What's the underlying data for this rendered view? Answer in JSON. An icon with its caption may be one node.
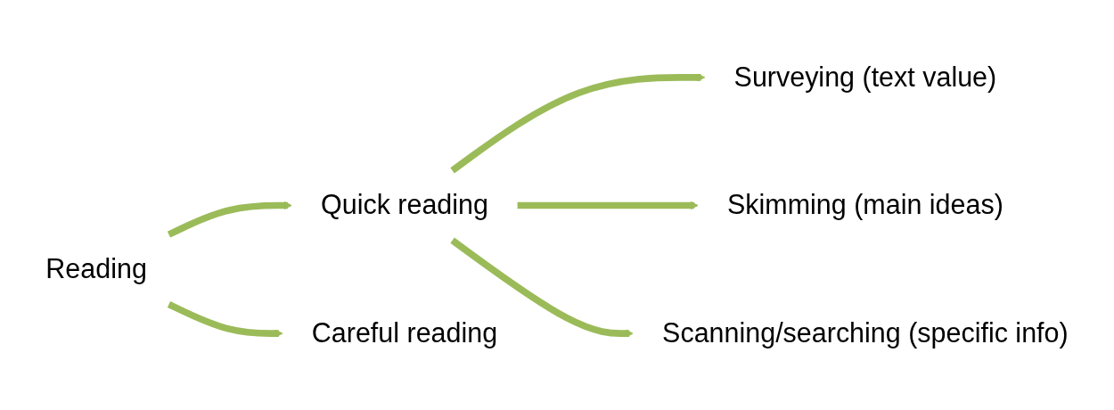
{
  "diagram": {
    "nodes": [
      {
        "text": [
          "Reading"
        ]
      },
      {
        "text": [
          "Quick reading"
        ]
      },
      {
        "text": [
          "Careful reading"
        ]
      },
      {
        "text": [
          "Surveying (text value)"
        ]
      },
      {
        "text": [
          "Skimming (main ideas)"
        ]
      },
      {
        "text": [
          "Scanning/searching (specific info)"
        ]
      }
    ],
    "edges": [
      {
        "from": 0,
        "to": 1,
        "arrow": "to"
      },
      {
        "from": 0,
        "to": 2,
        "arrow": "to"
      },
      {
        "from": 1,
        "to": 3,
        "arrow": "to"
      },
      {
        "from": 1,
        "to": 4,
        "arrow": "to"
      },
      {
        "from": 1,
        "to": 5,
        "arrow": "to"
      }
    ]
  }
}
